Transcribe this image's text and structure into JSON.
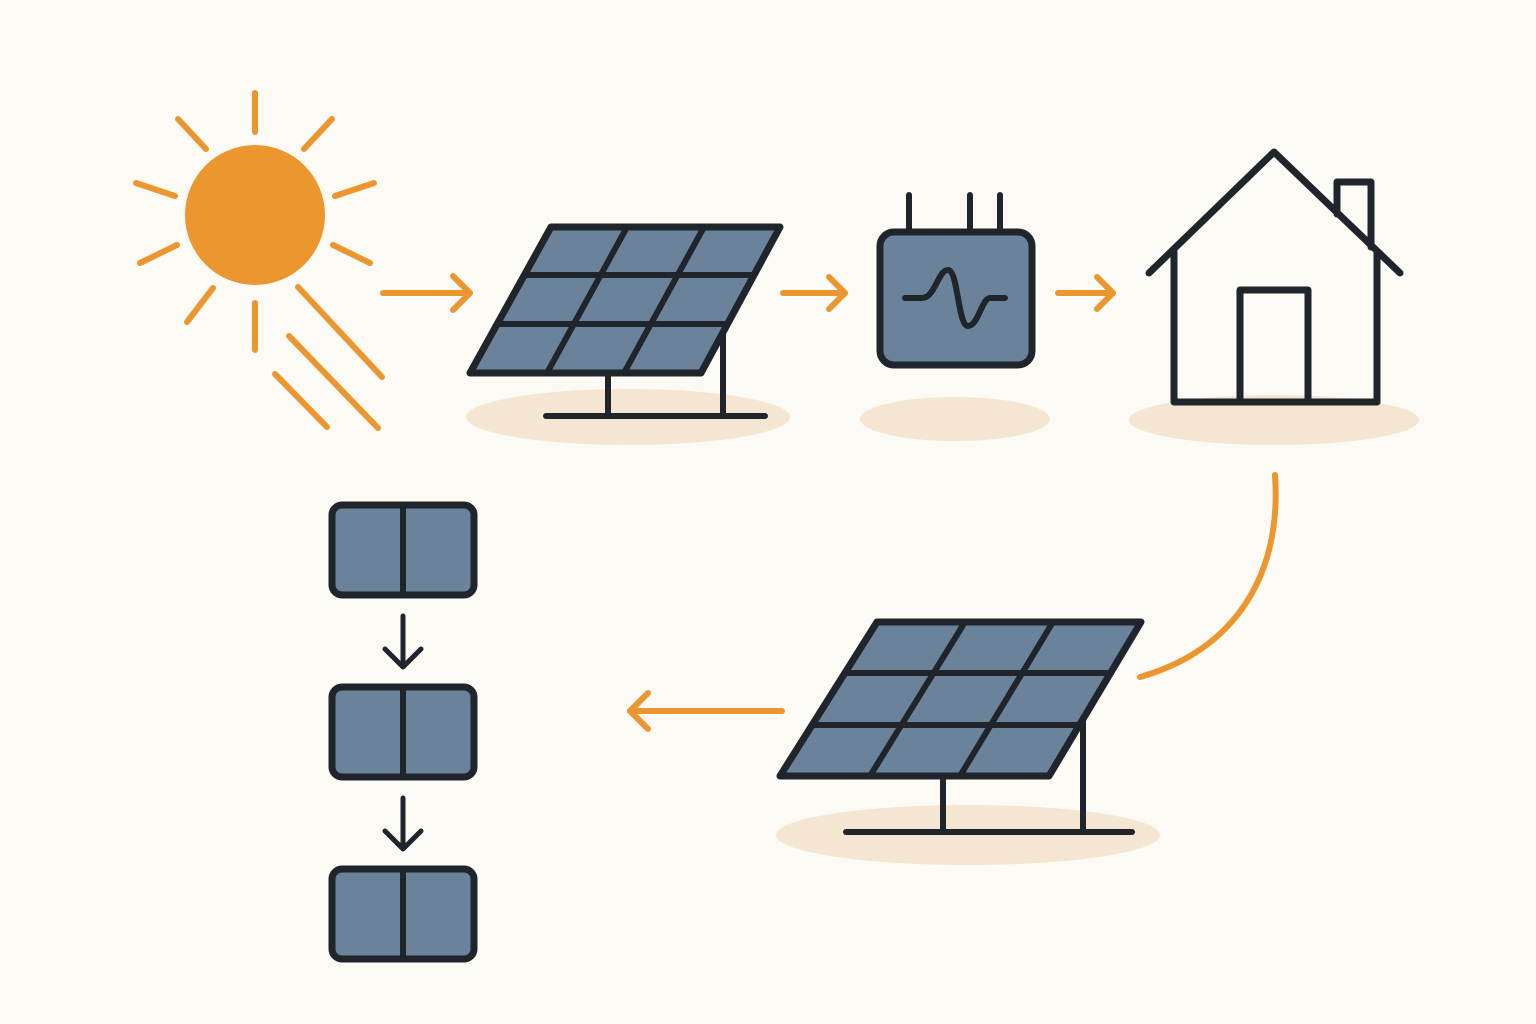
{
  "colors": {
    "background": "#FCFAF4",
    "accent": "#EC962F",
    "panel": "#6A829A",
    "outline": "#20252C",
    "shadow": "#F4E6D1",
    "house_fill": "#FCFAF4"
  },
  "nodes": [
    {
      "id": "sun",
      "icon": "sun-icon"
    },
    {
      "id": "solar-panel-top",
      "icon": "solar-panel-icon"
    },
    {
      "id": "inverter",
      "icon": "inverter-icon",
      "symbol": "AC sine wave"
    },
    {
      "id": "house",
      "icon": "house-icon"
    },
    {
      "id": "solar-panel-bottom",
      "icon": "solar-panel-icon"
    },
    {
      "id": "module-stack",
      "icon": "module-icon",
      "count": 3
    }
  ],
  "connections": [
    {
      "from": "sun",
      "to": "solar-panel-top",
      "style": "accent-arrow"
    },
    {
      "from": "solar-panel-top",
      "to": "inverter",
      "style": "accent-arrow"
    },
    {
      "from": "inverter",
      "to": "house",
      "style": "accent-arrow"
    },
    {
      "from": "house",
      "to": "solar-panel-bottom",
      "style": "accent-curve"
    },
    {
      "from": "solar-panel-bottom",
      "to": "module-stack",
      "style": "accent-arrow"
    },
    {
      "from": "module-1",
      "to": "module-2",
      "style": "dark-arrow"
    },
    {
      "from": "module-2",
      "to": "module-3",
      "style": "dark-arrow"
    }
  ]
}
